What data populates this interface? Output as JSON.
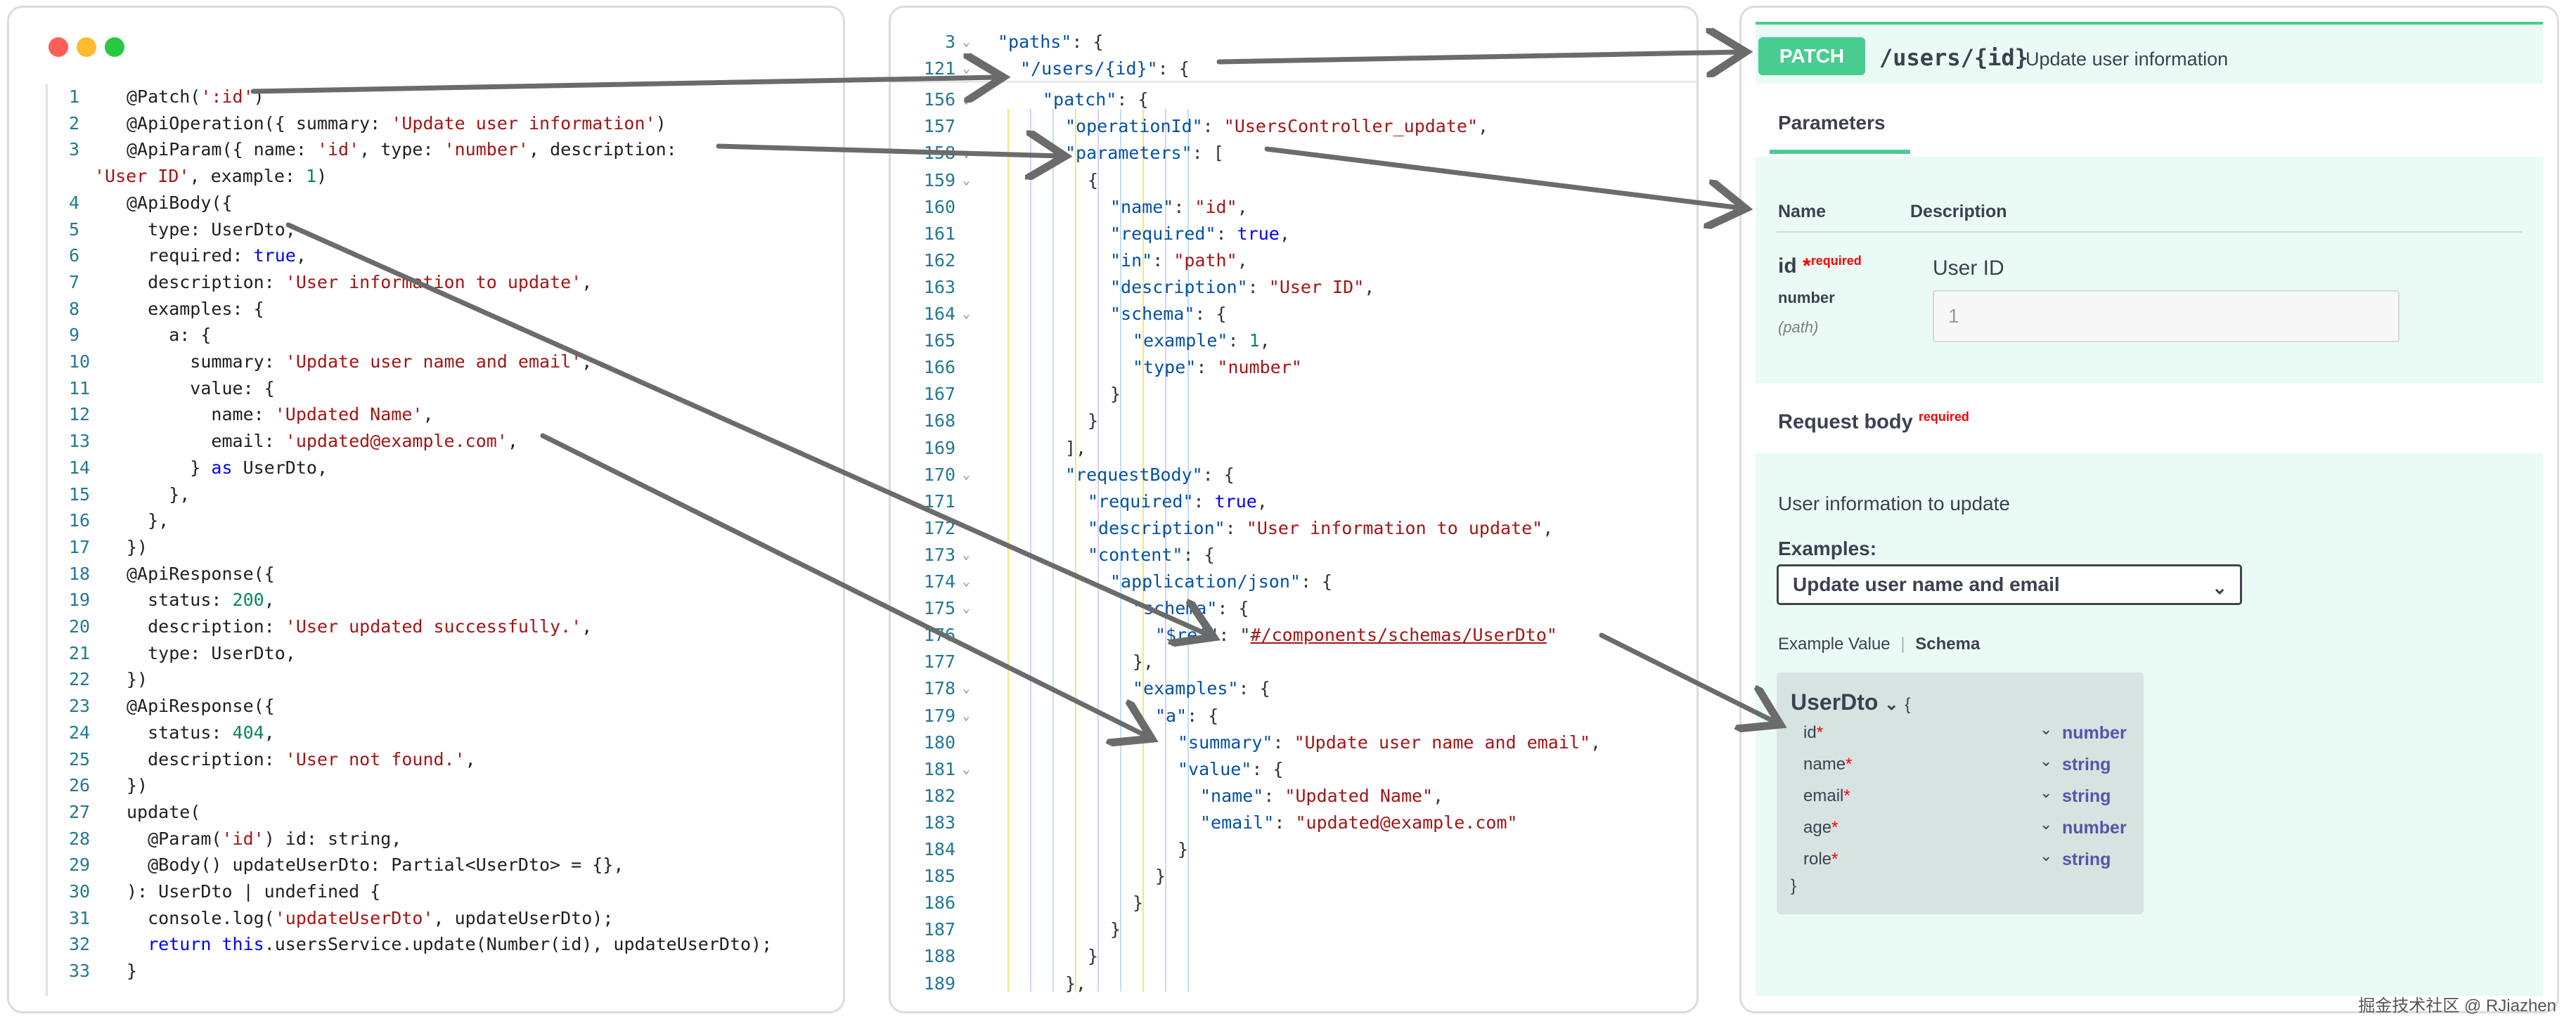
{
  "code_panel": {
    "lines": [
      {
        "n": "1",
        "seg": [
          [
            "",
            "@Patch("
          ],
          [
            "st",
            "':id'"
          ],
          [
            "",
            ")"
          ]
        ]
      },
      {
        "n": "2",
        "seg": [
          [
            "",
            "@ApiOperation({ summary: "
          ],
          [
            "st",
            "'Update user information'"
          ],
          [
            "",
            ")"
          ]
        ]
      },
      {
        "n": "3",
        "seg": [
          [
            "",
            "@ApiParam({ name: "
          ],
          [
            "st",
            "'id'"
          ],
          [
            "",
            ", type: "
          ],
          [
            "st",
            "'number'"
          ],
          [
            "",
            ", description:"
          ]
        ]
      },
      {
        "n": "",
        "seg": [
          [
            "st",
            "'User ID'"
          ],
          [
            "",
            ", example: "
          ],
          [
            "nu",
            "1"
          ],
          [
            "",
            ")"
          ]
        ],
        "wrap": true
      },
      {
        "n": "4",
        "seg": [
          [
            "",
            "@ApiBody({"
          ]
        ]
      },
      {
        "n": "5",
        "seg": [
          [
            "",
            "  type: UserDto,"
          ]
        ]
      },
      {
        "n": "6",
        "seg": [
          [
            "",
            "  required: "
          ],
          [
            "kw",
            "true"
          ],
          [
            "",
            ","
          ]
        ]
      },
      {
        "n": "7",
        "seg": [
          [
            "",
            "  description: "
          ],
          [
            "st",
            "'User information to update'"
          ],
          [
            "",
            ","
          ]
        ]
      },
      {
        "n": "8",
        "seg": [
          [
            "",
            "  examples: {"
          ]
        ]
      },
      {
        "n": "9",
        "seg": [
          [
            "",
            "    a: {"
          ]
        ]
      },
      {
        "n": "10",
        "seg": [
          [
            "",
            "      summary: "
          ],
          [
            "st",
            "'Update user name and email'"
          ],
          [
            "",
            ","
          ]
        ]
      },
      {
        "n": "11",
        "seg": [
          [
            "",
            "      value: {"
          ]
        ]
      },
      {
        "n": "12",
        "seg": [
          [
            "",
            "        name: "
          ],
          [
            "st",
            "'Updated Name'"
          ],
          [
            "",
            ","
          ]
        ]
      },
      {
        "n": "13",
        "seg": [
          [
            "",
            "        email: "
          ],
          [
            "st",
            "'updated@example.com'"
          ],
          [
            "",
            ","
          ]
        ]
      },
      {
        "n": "14",
        "seg": [
          [
            "",
            "      } "
          ],
          [
            "kw",
            "as"
          ],
          [
            "",
            " UserDto,"
          ]
        ]
      },
      {
        "n": "15",
        "seg": [
          [
            "",
            "    },"
          ]
        ]
      },
      {
        "n": "16",
        "seg": [
          [
            "",
            "  },"
          ]
        ]
      },
      {
        "n": "17",
        "seg": [
          [
            "",
            "})"
          ]
        ]
      },
      {
        "n": "18",
        "seg": [
          [
            "",
            "@ApiResponse({"
          ]
        ]
      },
      {
        "n": "19",
        "seg": [
          [
            "",
            "  status: "
          ],
          [
            "nu",
            "200"
          ],
          [
            "",
            ","
          ]
        ]
      },
      {
        "n": "20",
        "seg": [
          [
            "",
            "  description: "
          ],
          [
            "st",
            "'User updated successfully.'"
          ],
          [
            "",
            ","
          ]
        ]
      },
      {
        "n": "21",
        "seg": [
          [
            "",
            "  type: UserDto,"
          ]
        ]
      },
      {
        "n": "22",
        "seg": [
          [
            "",
            "})"
          ]
        ]
      },
      {
        "n": "23",
        "seg": [
          [
            "",
            "@ApiResponse({"
          ]
        ]
      },
      {
        "n": "24",
        "seg": [
          [
            "",
            "  status: "
          ],
          [
            "nu",
            "404"
          ],
          [
            "",
            ","
          ]
        ]
      },
      {
        "n": "25",
        "seg": [
          [
            "",
            "  description: "
          ],
          [
            "st",
            "'User not found.'"
          ],
          [
            "",
            ","
          ]
        ]
      },
      {
        "n": "26",
        "seg": [
          [
            "",
            "})"
          ]
        ]
      },
      {
        "n": "27",
        "seg": [
          [
            "",
            "update("
          ]
        ]
      },
      {
        "n": "28",
        "seg": [
          [
            "",
            "  @Param("
          ],
          [
            "st",
            "'id'"
          ],
          [
            "",
            ") id: string,"
          ]
        ]
      },
      {
        "n": "29",
        "seg": [
          [
            "",
            "  @Body() updateUserDto: Partial<UserDto> = {},"
          ]
        ]
      },
      {
        "n": "30",
        "seg": [
          [
            "",
            "): UserDto | undefined {"
          ]
        ]
      },
      {
        "n": "31",
        "seg": [
          [
            "",
            "  console.log("
          ],
          [
            "st",
            "'updateUserDto'"
          ],
          [
            "",
            ", updateUserDto);"
          ]
        ]
      },
      {
        "n": "32",
        "seg": [
          [
            "kw",
            "  return"
          ],
          [
            "",
            " "
          ],
          [
            "kw",
            "this"
          ],
          [
            "",
            ".usersService.update(Number(id), updateUserDto);"
          ]
        ]
      },
      {
        "n": "33",
        "seg": [
          [
            "",
            "}"
          ]
        ]
      }
    ]
  },
  "json_panel": {
    "lines": [
      {
        "n": "3",
        "fold": "⌄",
        "i": 0,
        "seg": [
          [
            "k",
            "\"paths\""
          ],
          [
            "p",
            ": {"
          ]
        ]
      },
      {
        "n": "121",
        "fold": "⌄",
        "i": 1,
        "seg": [
          [
            "k",
            "\"/users/{id}\""
          ],
          [
            "p",
            ": {"
          ]
        ]
      },
      {
        "n": "156",
        "fold": "⌄",
        "i": 2,
        "seg": [
          [
            "k",
            "\"patch\""
          ],
          [
            "p",
            ": {"
          ]
        ]
      },
      {
        "n": "157",
        "fold": "",
        "i": 3,
        "seg": [
          [
            "k",
            "\"operationId\""
          ],
          [
            "p",
            ": "
          ],
          [
            "v",
            "\"UsersController_update\""
          ],
          [
            "p",
            ","
          ]
        ]
      },
      {
        "n": "158",
        "fold": "⌄",
        "i": 3,
        "seg": [
          [
            "k",
            "\"parameters\""
          ],
          [
            "p",
            ": ["
          ]
        ]
      },
      {
        "n": "159",
        "fold": "⌄",
        "i": 4,
        "seg": [
          [
            "p",
            "{"
          ]
        ]
      },
      {
        "n": "160",
        "fold": "",
        "i": 5,
        "seg": [
          [
            "k",
            "\"name\""
          ],
          [
            "p",
            ": "
          ],
          [
            "v",
            "\"id\""
          ],
          [
            "p",
            ","
          ]
        ]
      },
      {
        "n": "161",
        "fold": "",
        "i": 5,
        "seg": [
          [
            "k",
            "\"required\""
          ],
          [
            "p",
            ": "
          ],
          [
            "b",
            "true"
          ],
          [
            "p",
            ","
          ]
        ]
      },
      {
        "n": "162",
        "fold": "",
        "i": 5,
        "seg": [
          [
            "k",
            "\"in\""
          ],
          [
            "p",
            ": "
          ],
          [
            "v",
            "\"path\""
          ],
          [
            "p",
            ","
          ]
        ]
      },
      {
        "n": "163",
        "fold": "",
        "i": 5,
        "seg": [
          [
            "k",
            "\"description\""
          ],
          [
            "p",
            ": "
          ],
          [
            "v",
            "\"User ID\""
          ],
          [
            "p",
            ","
          ]
        ]
      },
      {
        "n": "164",
        "fold": "⌄",
        "i": 5,
        "seg": [
          [
            "k",
            "\"schema\""
          ],
          [
            "p",
            ": {"
          ]
        ]
      },
      {
        "n": "165",
        "fold": "",
        "i": 6,
        "seg": [
          [
            "k",
            "\"example\""
          ],
          [
            "p",
            ": "
          ],
          [
            "nm",
            "1"
          ],
          [
            "p",
            ","
          ]
        ]
      },
      {
        "n": "166",
        "fold": "",
        "i": 6,
        "seg": [
          [
            "k",
            "\"type\""
          ],
          [
            "p",
            ": "
          ],
          [
            "v",
            "\"number\""
          ]
        ]
      },
      {
        "n": "167",
        "fold": "",
        "i": 5,
        "seg": [
          [
            "p",
            "}"
          ]
        ]
      },
      {
        "n": "168",
        "fold": "",
        "i": 4,
        "seg": [
          [
            "p",
            "}"
          ]
        ]
      },
      {
        "n": "169",
        "fold": "",
        "i": 3,
        "seg": [
          [
            "p",
            "],"
          ]
        ]
      },
      {
        "n": "170",
        "fold": "⌄",
        "i": 3,
        "seg": [
          [
            "k",
            "\"requestBody\""
          ],
          [
            "p",
            ": {"
          ]
        ]
      },
      {
        "n": "171",
        "fold": "",
        "i": 4,
        "seg": [
          [
            "k",
            "\"required\""
          ],
          [
            "p",
            ": "
          ],
          [
            "b",
            "true"
          ],
          [
            "p",
            ","
          ]
        ]
      },
      {
        "n": "172",
        "fold": "",
        "i": 4,
        "seg": [
          [
            "k",
            "\"description\""
          ],
          [
            "p",
            ": "
          ],
          [
            "v",
            "\"User information to update\""
          ],
          [
            "p",
            ","
          ]
        ]
      },
      {
        "n": "173",
        "fold": "⌄",
        "i": 4,
        "seg": [
          [
            "k",
            "\"content\""
          ],
          [
            "p",
            ": {"
          ]
        ]
      },
      {
        "n": "174",
        "fold": "⌄",
        "i": 5,
        "seg": [
          [
            "k",
            "\"application/json\""
          ],
          [
            "p",
            ": {"
          ]
        ]
      },
      {
        "n": "175",
        "fold": "⌄",
        "i": 6,
        "seg": [
          [
            "k",
            "\"schema\""
          ],
          [
            "p",
            ": {"
          ]
        ]
      },
      {
        "n": "176",
        "fold": "",
        "i": 7,
        "seg": [
          [
            "k",
            "\"$ref\""
          ],
          [
            "p",
            ": \""
          ],
          [
            "vl",
            "#/components/schemas/UserDto"
          ],
          [
            "v",
            "\""
          ]
        ]
      },
      {
        "n": "177",
        "fold": "",
        "i": 6,
        "seg": [
          [
            "p",
            "},"
          ]
        ]
      },
      {
        "n": "178",
        "fold": "⌄",
        "i": 6,
        "seg": [
          [
            "k",
            "\"examples\""
          ],
          [
            "p",
            ": {"
          ]
        ]
      },
      {
        "n": "179",
        "fold": "⌄",
        "i": 7,
        "seg": [
          [
            "k",
            "\"a\""
          ],
          [
            "p",
            ": {"
          ]
        ]
      },
      {
        "n": "180",
        "fold": "",
        "i": 8,
        "seg": [
          [
            "k",
            "\"summary\""
          ],
          [
            "p",
            ": "
          ],
          [
            "v",
            "\"Update user name and email\""
          ],
          [
            "p",
            ","
          ]
        ]
      },
      {
        "n": "181",
        "fold": "⌄",
        "i": 8,
        "seg": [
          [
            "k",
            "\"value\""
          ],
          [
            "p",
            ": {"
          ]
        ]
      },
      {
        "n": "182",
        "fold": "",
        "i": 9,
        "seg": [
          [
            "k",
            "\"name\""
          ],
          [
            "p",
            ": "
          ],
          [
            "v",
            "\"Updated Name\""
          ],
          [
            "p",
            ","
          ]
        ]
      },
      {
        "n": "183",
        "fold": "",
        "i": 9,
        "seg": [
          [
            "k",
            "\"email\""
          ],
          [
            "p",
            ": "
          ],
          [
            "v",
            "\"updated@example.com\""
          ]
        ]
      },
      {
        "n": "184",
        "fold": "",
        "i": 8,
        "seg": [
          [
            "p",
            "}"
          ]
        ]
      },
      {
        "n": "185",
        "fold": "",
        "i": 7,
        "seg": [
          [
            "p",
            "}"
          ]
        ]
      },
      {
        "n": "186",
        "fold": "",
        "i": 6,
        "seg": [
          [
            "p",
            "}"
          ]
        ]
      },
      {
        "n": "187",
        "fold": "",
        "i": 5,
        "seg": [
          [
            "p",
            "}"
          ]
        ]
      },
      {
        "n": "188",
        "fold": "",
        "i": 4,
        "seg": [
          [
            "p",
            "}"
          ]
        ]
      },
      {
        "n": "189",
        "fold": "",
        "i": 3,
        "seg": [
          [
            "p",
            "},"
          ]
        ]
      }
    ]
  },
  "swagger": {
    "method": "PATCH",
    "path": "/users/{id}",
    "summary": "Update user information",
    "tab_parameters": "Parameters",
    "col_name": "Name",
    "col_description": "Description",
    "param_name": "id",
    "param_required_star": "*",
    "param_required_label": "required",
    "param_type": "number",
    "param_in": "(path)",
    "param_description": "User ID",
    "param_placeholder": "1",
    "request_body_title": "Request body",
    "request_body_required": "required",
    "request_body_description": "User information to update",
    "examples_label": "Examples:",
    "examples_selected": "Update user name and email",
    "example_value_tab": "Example Value",
    "schema_tab": "Schema",
    "model_name": "UserDto",
    "model_open_brace": "{",
    "model_close_brace": "}",
    "properties": [
      {
        "name": "id",
        "type": "number"
      },
      {
        "name": "name",
        "type": "string"
      },
      {
        "name": "email",
        "type": "string"
      },
      {
        "name": "age",
        "type": "number"
      },
      {
        "name": "role",
        "type": "string"
      }
    ],
    "colors": {
      "patch": "#49cc90",
      "patch_bg": "#eafaf4",
      "required": "#ff0000"
    }
  },
  "watermark": "掘金技术社区 @ RJiazhen"
}
